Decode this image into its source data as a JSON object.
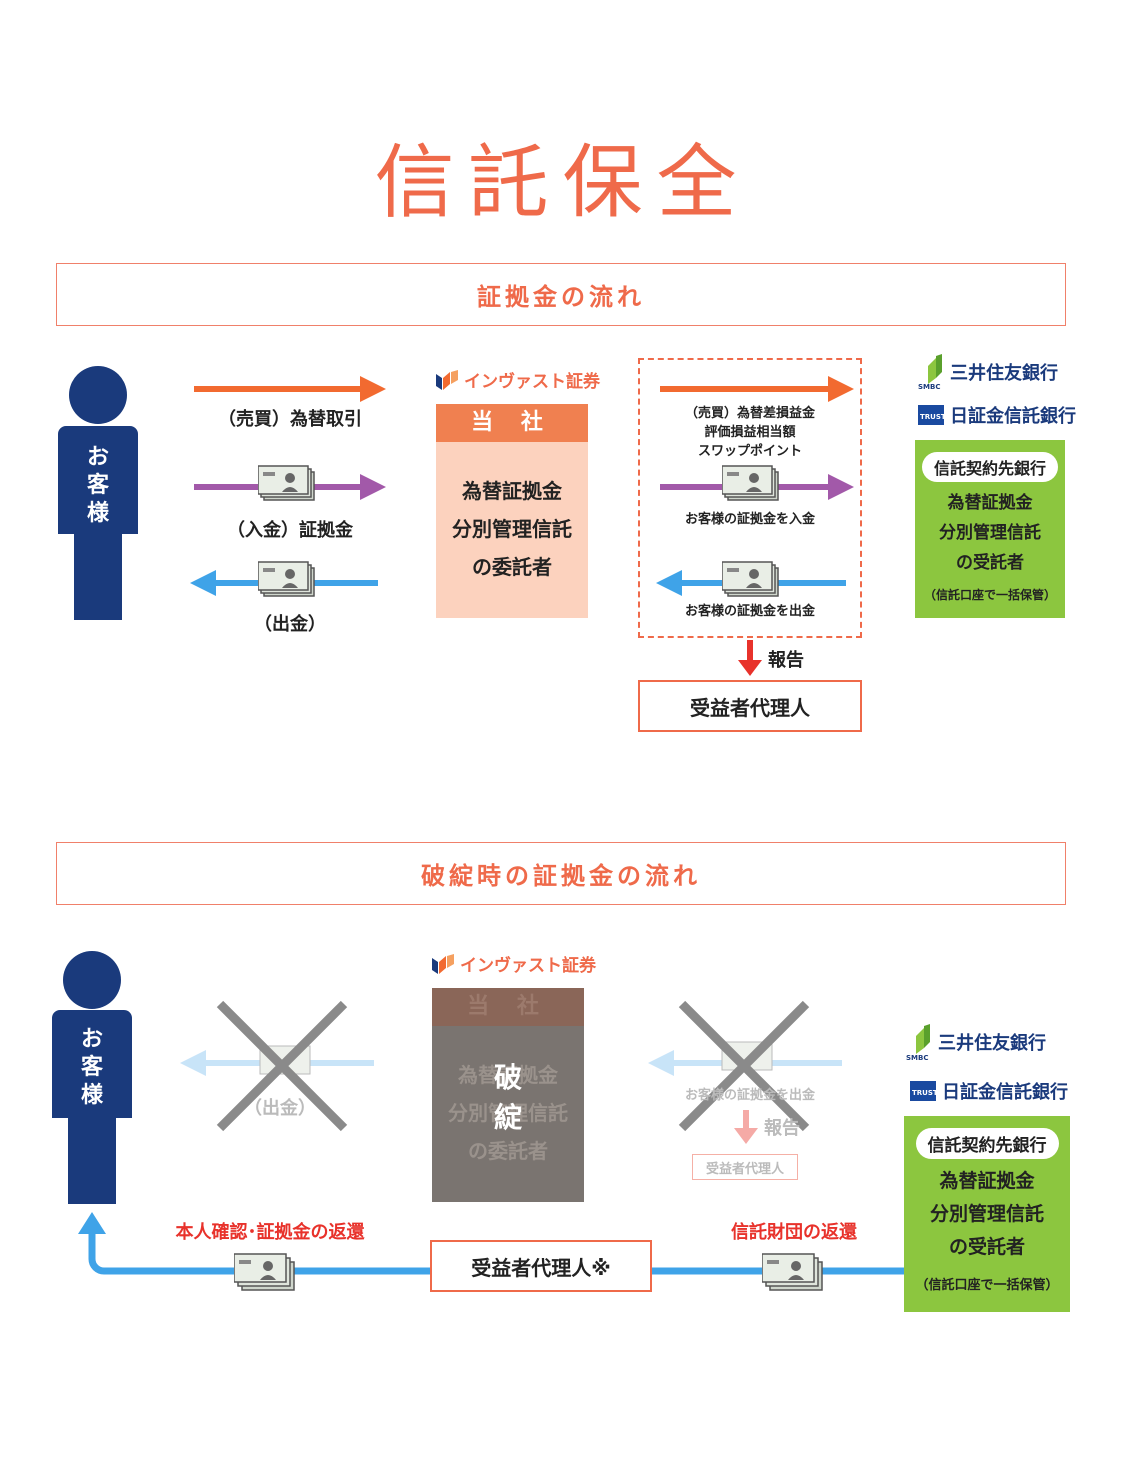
{
  "title": "信託保全",
  "section1": {
    "heading": "証拠金の流れ"
  },
  "section2": {
    "heading": "破綻時の証拠金の流れ"
  },
  "customer": {
    "label_line1": "お",
    "label_line2": "客",
    "label_line3": "様"
  },
  "brand_name": "インヴァスト証券",
  "flow1": {
    "trade_label": "（売買）為替取引",
    "deposit_label": "（入金）証拠金",
    "withdraw_label": "（出金）",
    "tousha": "当 社",
    "tousha_line1": "為替証拠金",
    "tousha_line2": "分別管理信託",
    "tousha_line3": "の委託者",
    "mid_line1": "（売買）為替差損益金",
    "mid_line2": "評価損益相当額",
    "mid_line3": "スワップポイント",
    "mid_deposit": "お客様の証拠金を入金",
    "mid_withdraw": "お客様の証拠金を出金",
    "report": "報告",
    "agent": "受益者代理人"
  },
  "banks": {
    "smbc_logo": "SMBC",
    "smbc": "三井住友銀行",
    "trust_logo": "TRUST",
    "trust": "日証金信託銀行",
    "pill": "信託契約先銀行",
    "line1": "為替証拠金",
    "line2": "分別管理信託",
    "line3": "の受託者",
    "note": "（信託口座で一括保管）"
  },
  "flow2": {
    "withdraw_label": "（出金）",
    "tousha": "当 社",
    "tousha_line1": "為替証拠金",
    "tousha_line2": "分別管理信託",
    "tousha_line3": "の委託者",
    "bankrupt1": "破",
    "bankrupt2": "綻",
    "mid_withdraw": "お客様の証拠金を出金",
    "report": "報告",
    "agent_faded": "受益者代理人",
    "return_customer": "本人確認･証拠金の返還",
    "return_trust": "信託財団の返還",
    "agent": "受益者代理人※"
  },
  "colors": {
    "accent": "#ef6a4a",
    "navy": "#1a3a7c",
    "orange_arrow": "#f26a30",
    "purple_arrow": "#a259a9",
    "blue_arrow": "#3fa3e8",
    "green": "#8cc63f"
  }
}
